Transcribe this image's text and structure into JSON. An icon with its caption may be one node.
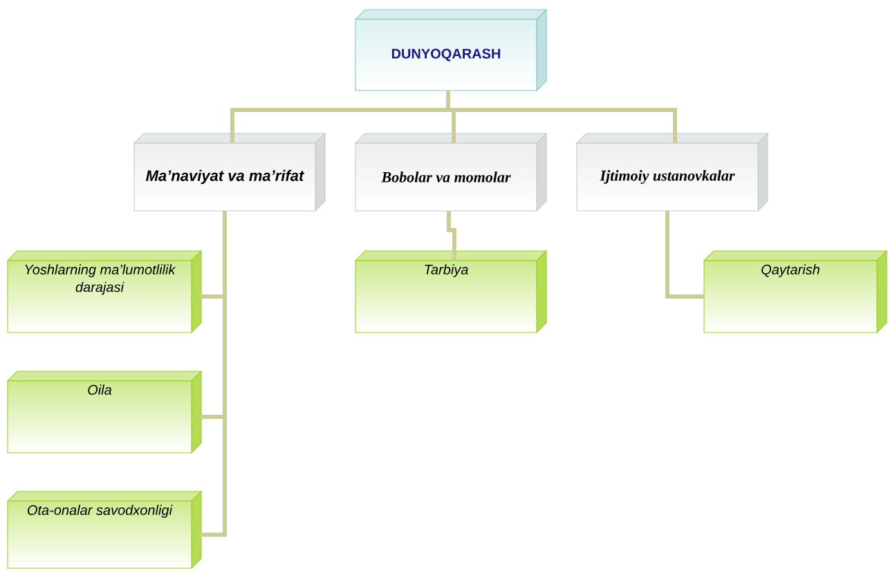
{
  "diagram": {
    "nodes": [
      {
        "text": [
          "DUNYOQARASH"
        ]
      },
      {
        "text": [
          "Ma’naviyat va ma’rifat"
        ]
      },
      {
        "text": [
          "Bobolar va momolar"
        ]
      },
      {
        "text": [
          "Ijtimoiy ustanovkalar"
        ]
      },
      {
        "text": [
          "Yoshlarning ma’lumotlilik darajasi"
        ]
      },
      {
        "text": [
          "Tarbiya"
        ]
      },
      {
        "text": [
          "Qaytarish"
        ]
      },
      {
        "text": [
          "Oila"
        ]
      },
      {
        "text": [
          "Ota-onalar savodxonligi"
        ]
      }
    ],
    "edges": [
      {
        "from": 0,
        "to": 1,
        "arrow": "none"
      },
      {
        "from": 0,
        "to": 2,
        "arrow": "none"
      },
      {
        "from": 0,
        "to": 3,
        "arrow": "none"
      },
      {
        "from": 1,
        "to": 4,
        "arrow": "none"
      },
      {
        "from": 1,
        "to": 7,
        "arrow": "none"
      },
      {
        "from": 1,
        "to": 8,
        "arrow": "none"
      },
      {
        "from": 2,
        "to": 5,
        "arrow": "none"
      },
      {
        "from": 3,
        "to": 6,
        "arrow": "none"
      }
    ]
  }
}
